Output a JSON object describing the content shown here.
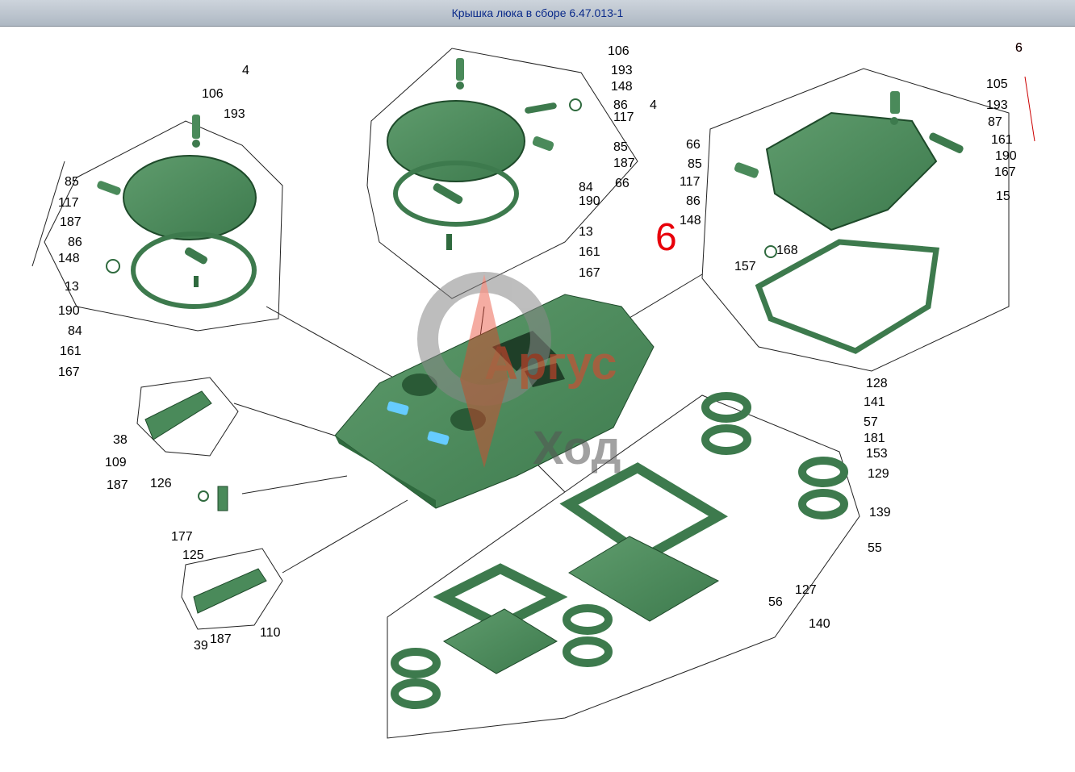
{
  "window": {
    "title": "Крышка люка в сборе 6.47.013-1"
  },
  "colors": {
    "part": "#4a8a5a",
    "partDark": "#2f6a3e",
    "accent": "#e8412a",
    "title": "#0a2a8a"
  },
  "watermark": {
    "line1": "Аргус",
    "line2": "Ход"
  },
  "red_marks": {
    "big": "6",
    "small": "6"
  },
  "groups": {
    "left_hatch": {
      "ref": "4",
      "labels": [
        "106",
        "193",
        "85",
        "117",
        "187",
        "86",
        "148",
        "13",
        "190",
        "84",
        "161",
        "167"
      ]
    },
    "center_hatch": {
      "ref": "4",
      "labels": [
        "106",
        "193",
        "148",
        "86",
        "117",
        "85",
        "187",
        "66",
        "84",
        "190",
        "13",
        "161",
        "167"
      ]
    },
    "right_hatch": {
      "ref": "6",
      "labels": [
        "105",
        "193",
        "87",
        "161",
        "190",
        "167",
        "15",
        "66",
        "85",
        "117",
        "86",
        "148",
        "168",
        "157"
      ]
    },
    "handle_38": {
      "labels": [
        "38",
        "109",
        "187"
      ]
    },
    "latch": {
      "labels": [
        "126",
        "177",
        "125"
      ]
    },
    "handle_39": {
      "labels": [
        "39",
        "187",
        "110"
      ]
    },
    "plates": {
      "labels": [
        "128",
        "141",
        "57",
        "181",
        "153",
        "129",
        "139",
        "55",
        "127",
        "56",
        "140"
      ]
    }
  }
}
